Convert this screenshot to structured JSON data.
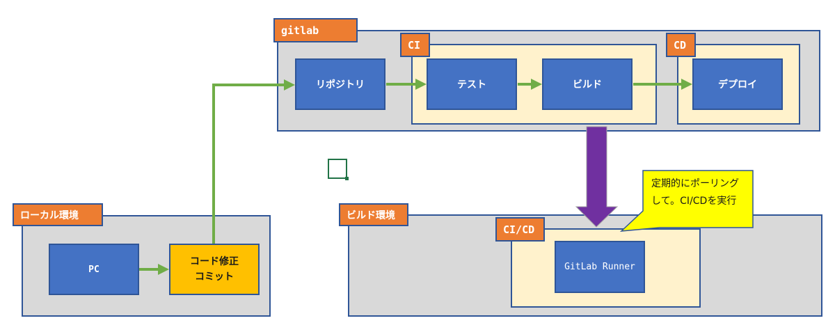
{
  "groups": {
    "gitlab": {
      "label": "gitlab"
    },
    "ci": {
      "label": "CI"
    },
    "cd": {
      "label": "CD"
    },
    "local": {
      "label": "ローカル環境"
    },
    "build_env": {
      "label": "ビルド環境"
    },
    "cicd": {
      "label": "CI/CD"
    }
  },
  "nodes": {
    "repository": "リポジトリ",
    "test": "テスト",
    "build": "ビルド",
    "deploy": "デプロイ",
    "pc": "PC",
    "code_fix_line1": "コード修正",
    "code_fix_line2": "コミット",
    "runner": "GitLab Runner"
  },
  "callout": {
    "line1": "定期的にポーリング",
    "line2": "して。CI/CDを実行"
  },
  "colors": {
    "group_fill": "#d9d9d9",
    "subgroup_fill": "#fff2cc",
    "tag_fill": "#ed7d31",
    "node_fill": "#4472c4",
    "highlight_node_fill": "#ffc000",
    "border": "#2f5597",
    "flow_arrow": "#70ad47",
    "trigger_arrow": "#7030a0",
    "callout_fill": "#ffff00"
  }
}
